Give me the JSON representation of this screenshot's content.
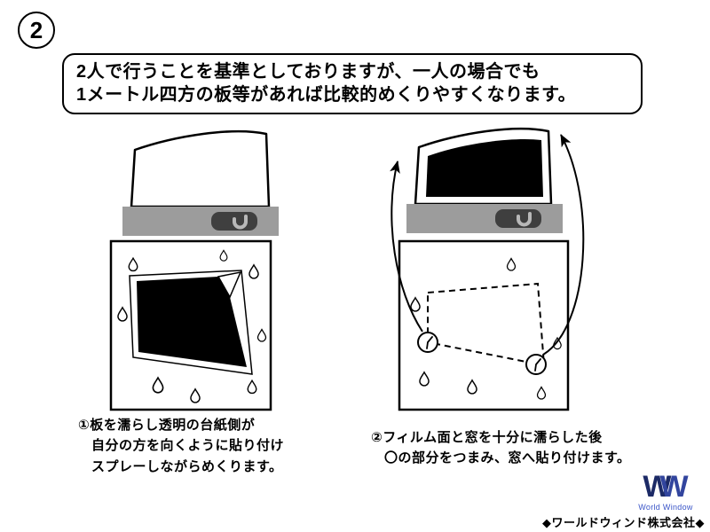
{
  "page": {
    "step_number": "2"
  },
  "callout": {
    "line1": "2人で行うことを基準としておりますが、一人の場合でも",
    "line2": "1メートル四方の板等があれば比較的めくりやすくなります。"
  },
  "captions": {
    "left": {
      "lines": [
        "①板を濡らし透明の台紙側が",
        "自分の方を向くように貼り付け",
        "スプレーしながらめくります。"
      ]
    },
    "right": {
      "lines": [
        "②フィルム面と窓を十分に濡らした後",
        "〇の部分をつまみ、窓へ貼り付けます。"
      ]
    }
  },
  "footer": {
    "logo_letters": [
      "W",
      "W"
    ],
    "logo_subtext": "World Window",
    "company": "◆ワールドウィンド株式会社◆"
  },
  "colors": {
    "band_gray": "#9c9c9c",
    "handle_dark": "#3f3f3f",
    "logo_navy": "#1c2a66",
    "logo_blue": "#3a55c8"
  }
}
